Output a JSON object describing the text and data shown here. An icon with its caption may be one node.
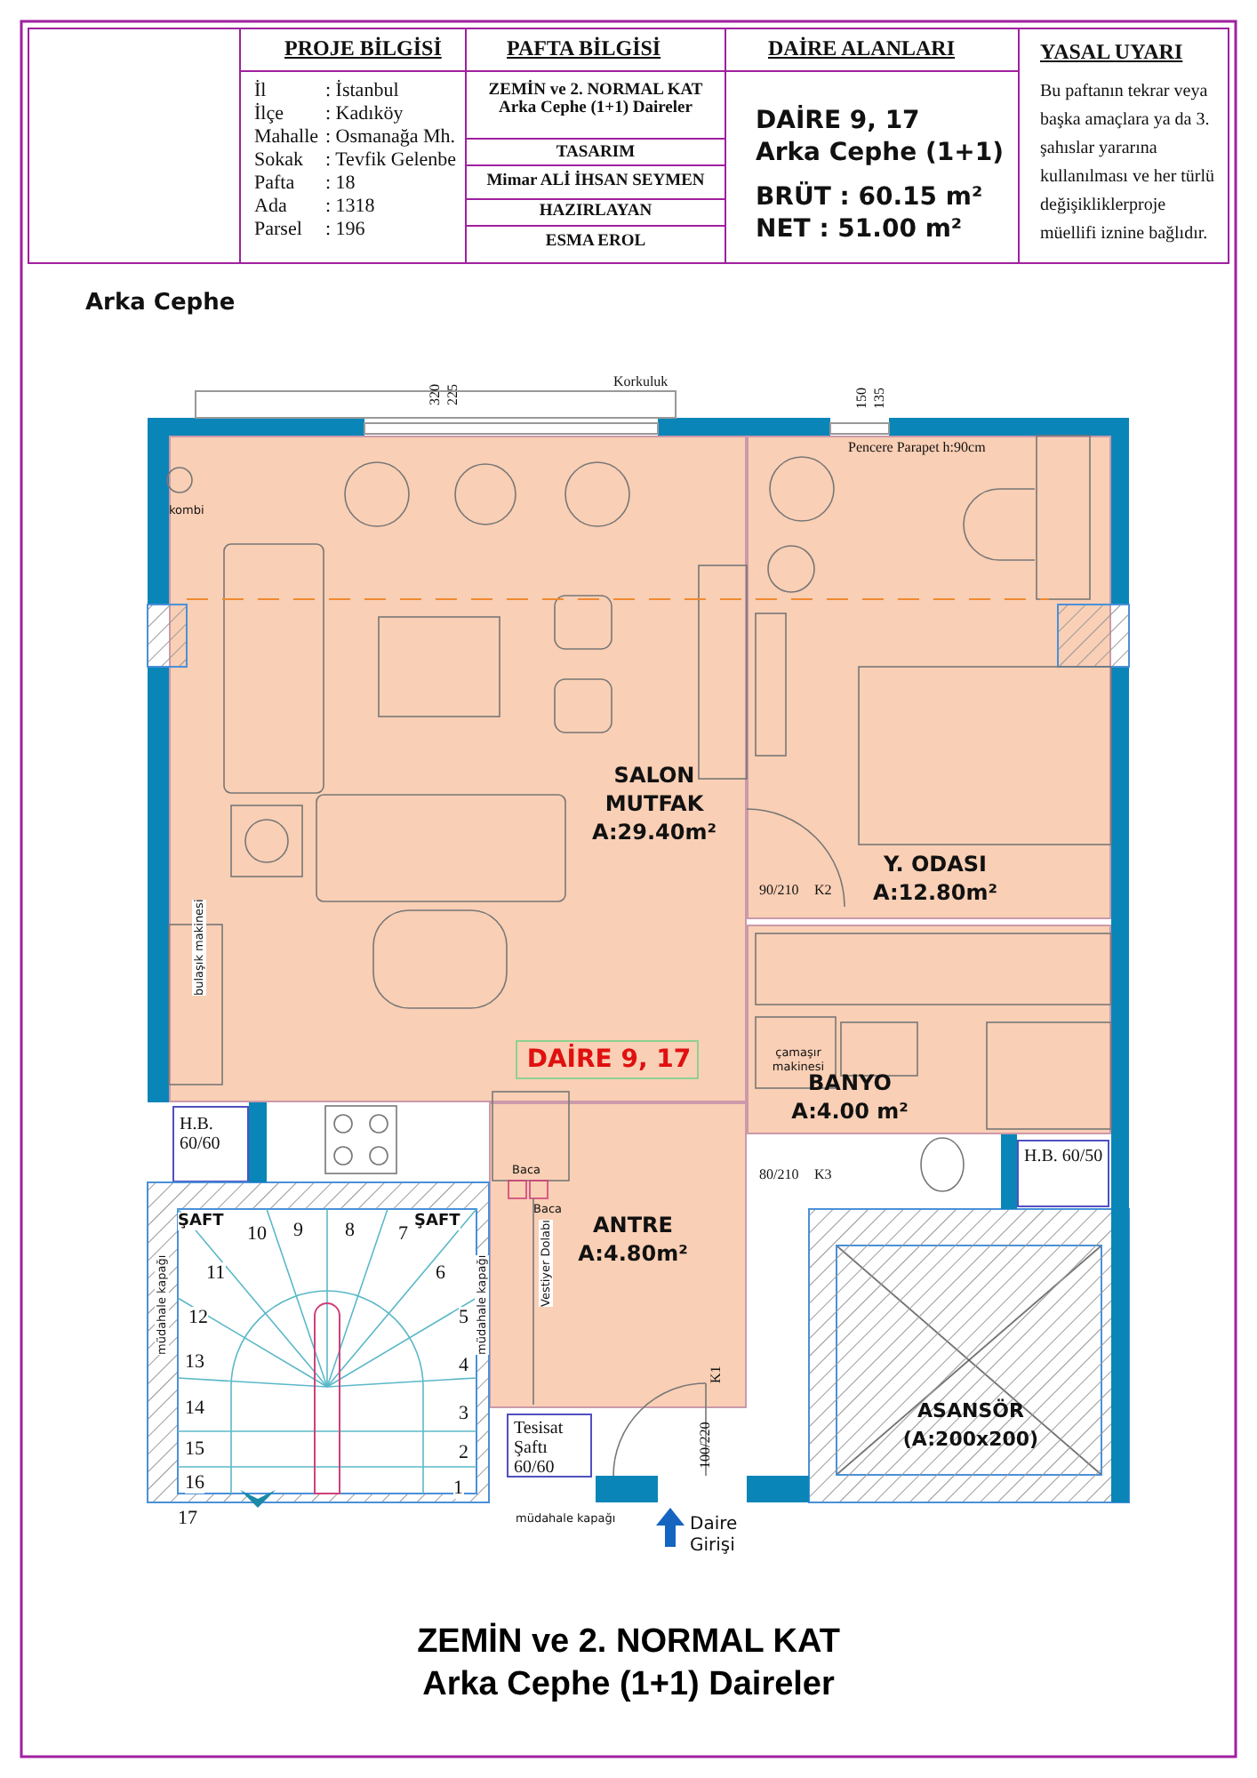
{
  "diagram": {
    "title": "ZEMİN ve 2. NORMAL KAT Arka Cephe (1+1) Daireler",
    "nodes": [
      {
        "text": [
          "SALON MUTFAK",
          "A:29.40m²"
        ]
      },
      {
        "text": [
          "DAİRE 9, 17"
        ],
        "in": 0
      },
      {
        "text": [
          "Y. ODASI",
          "A:12.80m²"
        ]
      },
      {
        "text": [
          "BANYO",
          "A:4.00 m²"
        ]
      },
      {
        "text": [
          "ANTRE",
          "A:4.80m²"
        ]
      },
      {
        "text": [
          "ASANSÖR",
          "(A:200x200)"
        ]
      },
      {
        "text": [
          "H.B. 60/60"
        ]
      },
      {
        "text": [
          "H.B. 60/50"
        ]
      },
      {
        "text": [
          "Tesisat Şaftı 60/60"
        ]
      }
    ],
    "edges": [],
    "labels": [
      "PROJE BİLGİSİ",
      "İl",
      ": İstanbul",
      "İlçe",
      ": Kadıköy",
      "Mahalle",
      ": Osmanağa Mh.",
      "Sokak",
      ": Tevfik Gelenbe",
      "Pafta",
      ": 18",
      "Ada",
      ": 1318",
      "Parsel",
      ": 196",
      "PAFTA BİLGİSİ",
      "ZEMİN ve 2. NORMAL KAT Arka Cephe (1+1) Daireler",
      "TASARIM",
      "Mimar ALİ İHSAN SEYMEN",
      "HAZIRLAYAN",
      "ESMA EROL",
      "DAİRE ALANLARI",
      "DAİRE 9, 17",
      "Arka Cephe (1+1)",
      "BRÜT : 60.15 m²",
      "NET : 51.00 m²",
      "YASAL UYARI",
      "Bu paftanın tekrar veya başka amaçlara ya da 3. şahıslar yararına kullanılması ve her türlü değişikliklerproje müellifi iznine bağlıdır.",
      "Arka Cephe",
      "320",
      "225",
      "Korkuluk",
      "150",
      "135",
      "Pencere Parapet h:90cm",
      "kombi",
      "bulaşık makinesi",
      "90/210",
      "K2",
      "çamaşır makinesi",
      "80/210",
      "K3",
      "Baca",
      "Baca",
      "Vestiyer Dolabı",
      "ŞAFT",
      "müdahale kapağı",
      "ŞAFT",
      "müdahale kapağı",
      "10",
      "9",
      "8",
      "7",
      "11",
      "6",
      "12",
      "5",
      "13",
      "4",
      "14",
      "3",
      "15",
      "2",
      "16",
      "1",
      "17",
      "100/220",
      "K1",
      "müdahale kapağı",
      "Daire Girişi"
    ]
  }
}
